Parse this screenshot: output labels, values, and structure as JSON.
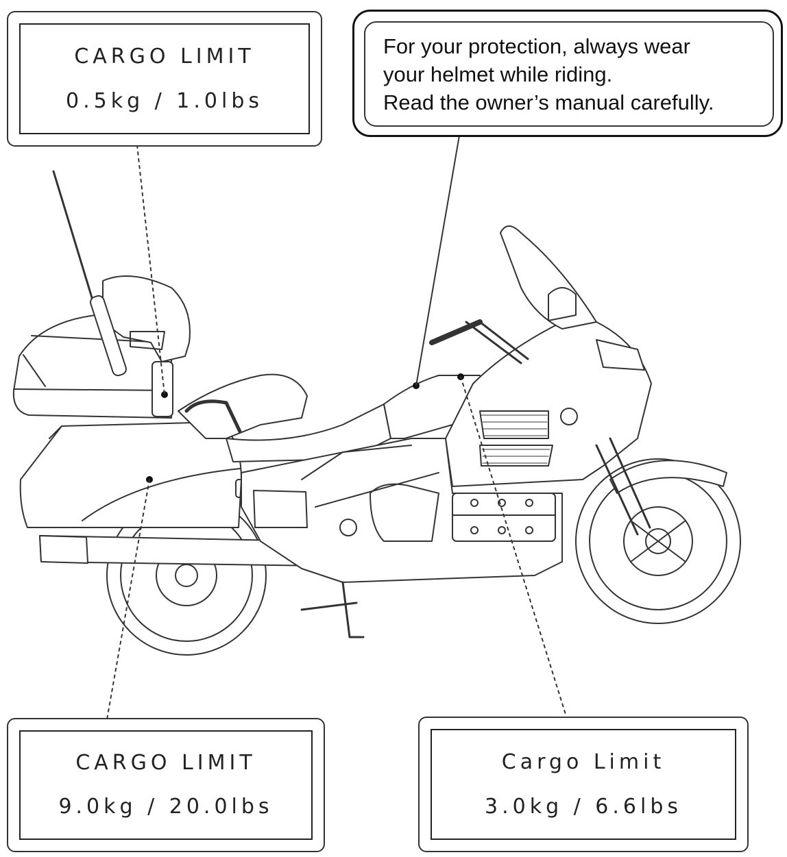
{
  "labels": {
    "top_left": {
      "title": "CARGO LIMIT",
      "value": "0.5kg / 1.0lbs"
    },
    "top_right": {
      "lines": [
        "For your protection, always wear",
        "your helmet while riding.",
        "Read the owner’s manual carefully."
      ]
    },
    "bottom_left": {
      "title": "CARGO LIMIT",
      "value": "9.0kg / 20.0lbs"
    },
    "bottom_right": {
      "title": "Cargo Limit",
      "value": "3.0kg / 6.6lbs"
    }
  },
  "colors": {
    "ink": "#222222",
    "background": "#ffffff"
  }
}
